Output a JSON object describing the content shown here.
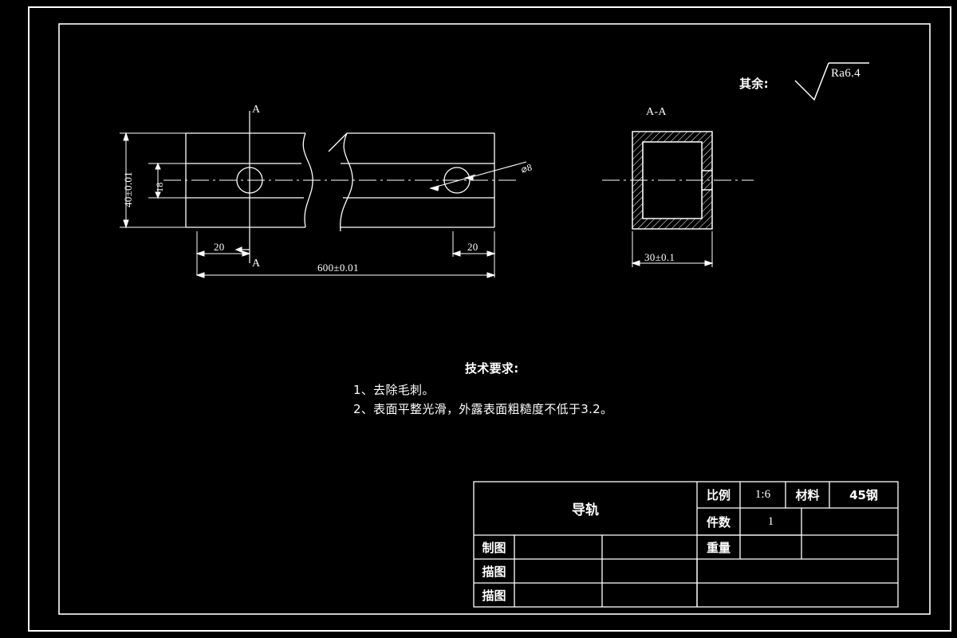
{
  "drawing": {
    "title_cjk": "导轨",
    "sheet_background": "#000000",
    "line_color": "#ffffff"
  },
  "main_view": {
    "dim_height_overall": "40±0.01",
    "dim_height_inner": "18",
    "dim_length_total": "600±0.01",
    "dim_left_offset": "20",
    "dim_right_offset": "20",
    "hole_callout": "⌀8",
    "section_letter_top": "A",
    "section_letter_bottom": "A"
  },
  "section_view": {
    "label": "A-A",
    "dim_width": "30±0.1"
  },
  "roughness_note": {
    "prefix_cjk": "其余:",
    "value": "Ra6.4"
  },
  "technical_requirements": {
    "heading": "技术要求:",
    "items": [
      "1、去除毛刺。",
      "2、表面平整光滑，外露表面粗糙度不低于3.2。"
    ]
  },
  "title_block": {
    "part_name": "导轨",
    "scale_label": "比例",
    "scale_value": "1:6",
    "material_label": "材料",
    "material_value": "45钢",
    "qty_label": "件数",
    "qty_value": "1",
    "weight_label": "重量",
    "weight_value": "",
    "row_labels": [
      "制图",
      "描图",
      "描图"
    ],
    "row_values": [
      "",
      "",
      ""
    ],
    "row_values2": [
      "",
      "",
      ""
    ]
  }
}
